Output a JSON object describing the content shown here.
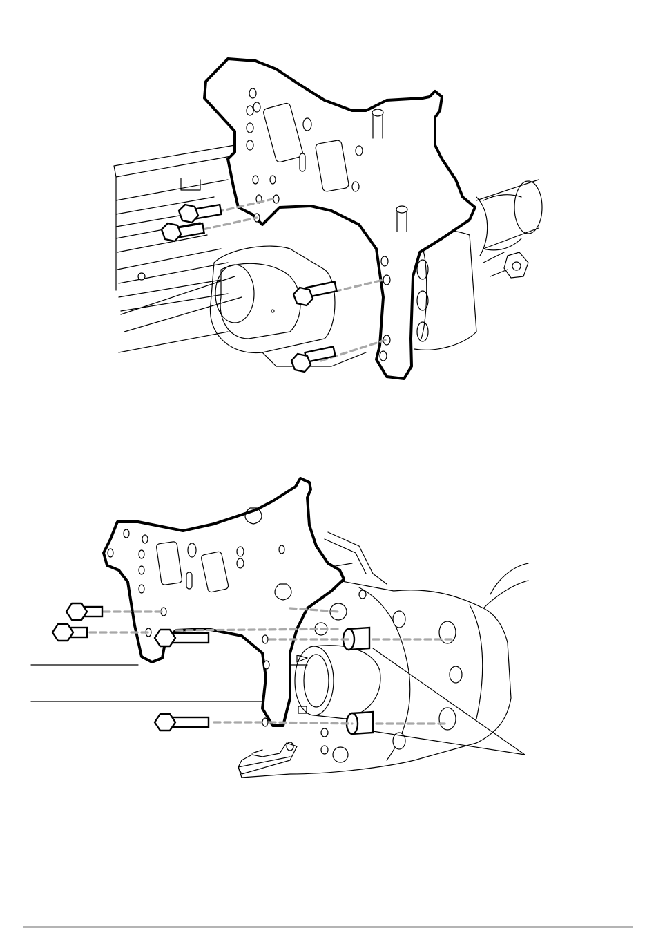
{
  "figures": [
    {
      "view": "top",
      "icon": "mounting-plate-illustration"
    },
    {
      "view": "bottom",
      "icon": "mounting-plate-illustration"
    }
  ],
  "colors": {
    "line": "#000000",
    "guide": "#a8a8a8",
    "rule": "#b4b4b4",
    "background": "#ffffff"
  }
}
